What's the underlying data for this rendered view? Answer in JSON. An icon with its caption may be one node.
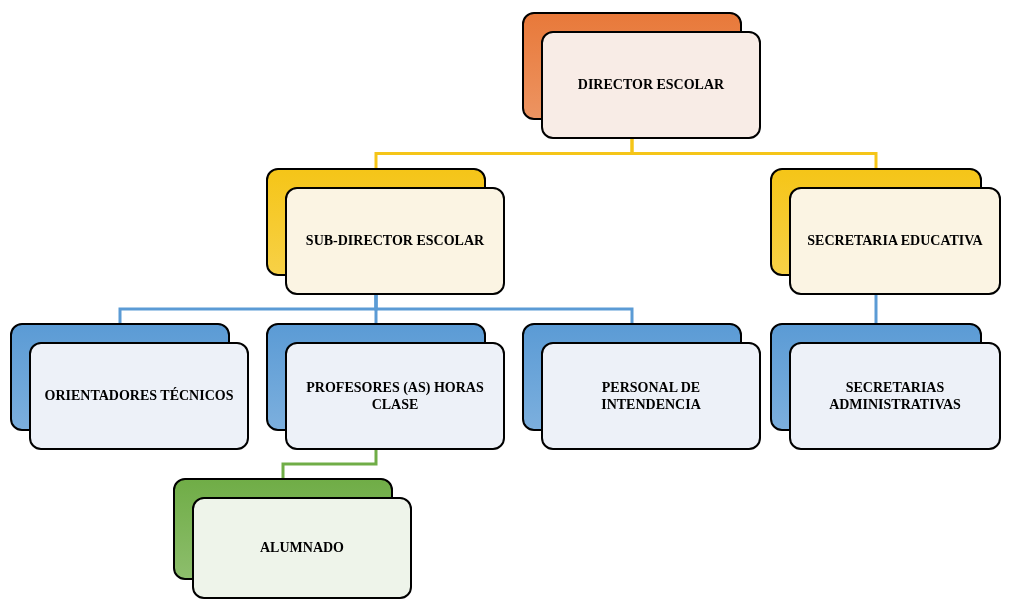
{
  "diagram": {
    "nodes": [
      {
        "text": [
          "DIRECTOR ESCOLAR"
        ]
      },
      {
        "text": [
          "SUB-DIRECTOR ESCOLAR"
        ]
      },
      {
        "text": [
          "SECRETARIA EDUCATIVA"
        ]
      },
      {
        "text": [
          "ORIENTADORES TÉCNICOS"
        ]
      },
      {
        "text": [
          "PROFESORES (AS) HORAS CLASE"
        ]
      },
      {
        "text": [
          "PERSONAL DE INTENDENCIA"
        ]
      },
      {
        "text": [
          "SECRETARIAS ADMINISTRATIVAS"
        ]
      },
      {
        "text": [
          "ALUMNADO"
        ]
      }
    ],
    "edges": [
      {
        "from": 0,
        "to": 1,
        "arrow": "none",
        "color": "#f5c518"
      },
      {
        "from": 0,
        "to": 2,
        "arrow": "none",
        "color": "#f5c518"
      },
      {
        "from": 1,
        "to": 3,
        "arrow": "none"
      },
      {
        "from": 1,
        "to": 4,
        "arrow": "none"
      },
      {
        "from": 1,
        "to": 5,
        "arrow": "none"
      },
      {
        "from": 2,
        "to": 6,
        "arrow": "none"
      },
      {
        "from": 4,
        "to": 7,
        "arrow": "none",
        "color": "#70ad47"
      }
    ]
  }
}
